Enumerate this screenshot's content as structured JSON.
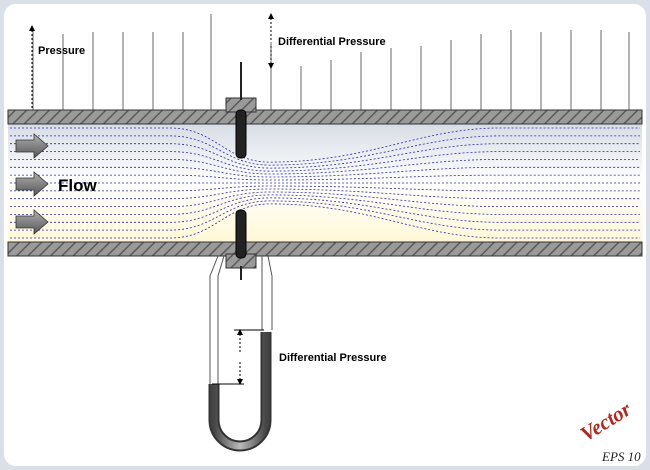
{
  "labels": {
    "pressure": "Pressure",
    "differential_top": "Differential Pressure",
    "differential_bottom": "Differential Pressure",
    "flow": "Flow"
  },
  "badge": {
    "brand": "Vector",
    "format": "EPS 10"
  },
  "colors": {
    "background": "#d9e0e8",
    "card": "#ffffff",
    "pipe_hatch": "#8a8a8a",
    "streamline": "#2a2ab0",
    "arrow": "#6f6f6f",
    "badge_red": "#b0281e"
  }
}
